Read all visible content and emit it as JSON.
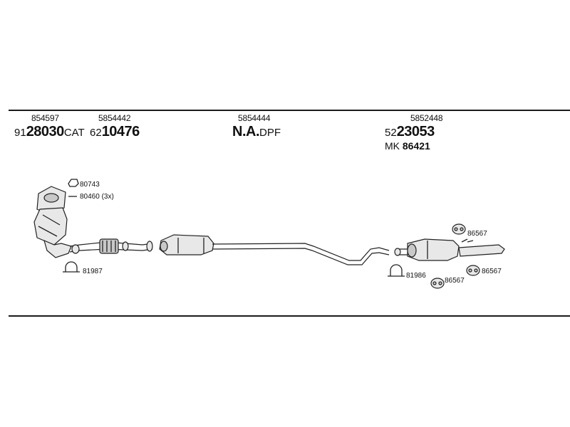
{
  "groups": [
    {
      "oe": "854597",
      "prefix": "91",
      "main": "28030",
      "suffix": "CAT"
    },
    {
      "oe": "5854442",
      "prefix": "62",
      "main": "10476",
      "suffix": ""
    },
    {
      "oe": "5854444",
      "prefix": "",
      "main": "N.A.",
      "suffix": "DPF"
    },
    {
      "oe": "5852448",
      "prefix": "52",
      "main": "23053",
      "suffix": "",
      "extra_prefix": "MK",
      "extra_number": "86421"
    }
  ],
  "fittings": {
    "clamp_top_a": "80743",
    "clamp_top_b": "80460 (3x)",
    "clamp_left": "81987",
    "rubber_top": "86567",
    "clamp_right": "81986",
    "rubber_mid": "86567",
    "rubber_right": "86567"
  }
}
